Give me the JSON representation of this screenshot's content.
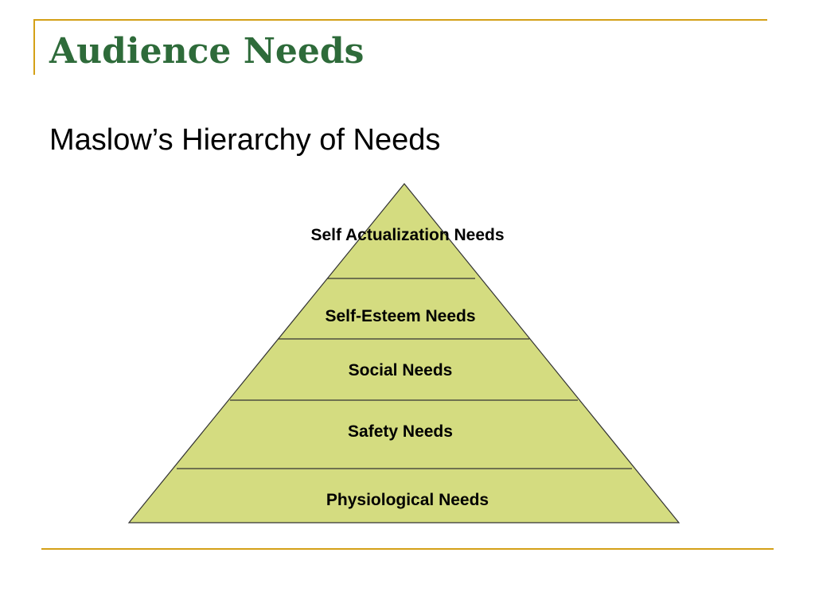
{
  "slide": {
    "title": "Audience Needs",
    "subtitle": "Maslow’s Hierarchy of Needs"
  },
  "pyramid": {
    "levels": [
      {
        "label": "Self Actualization Needs"
      },
      {
        "label": "Self-Esteem Needs"
      },
      {
        "label": "Social Needs"
      },
      {
        "label": "Safety Needs"
      },
      {
        "label": "Physiological Needs"
      }
    ],
    "fill_color": "#d4dc80",
    "stroke_color": "#333333"
  },
  "theme": {
    "accent_color": "#d4a017",
    "title_color": "#2e6b3a"
  }
}
